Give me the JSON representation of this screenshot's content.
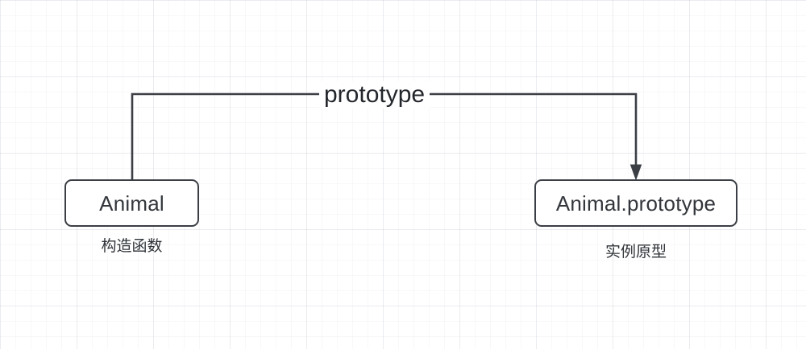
{
  "diagram": {
    "title": "JavaScript prototype relationship diagram",
    "background": {
      "color": "#ffffff",
      "grid_minor_color": "#eef0f3",
      "grid_major_color": "#e3e6ec"
    },
    "nodes": [
      {
        "id": "animal",
        "label": "Animal",
        "caption": "构造函数",
        "border_color": "#3b3f45",
        "fill_color": "#ffffff",
        "text_color": "#33363b"
      },
      {
        "id": "animal-prototype",
        "label": "Animal.prototype",
        "caption": "实例原型",
        "border_color": "#3b3f45",
        "fill_color": "#ffffff",
        "text_color": "#33363b"
      }
    ],
    "edges": [
      {
        "id": "prototype-edge",
        "label": "prototype",
        "from": "animal",
        "to": "animal-prototype",
        "arrow": "end",
        "color": "#3b3f45",
        "label_color": "#23262b"
      }
    ]
  }
}
